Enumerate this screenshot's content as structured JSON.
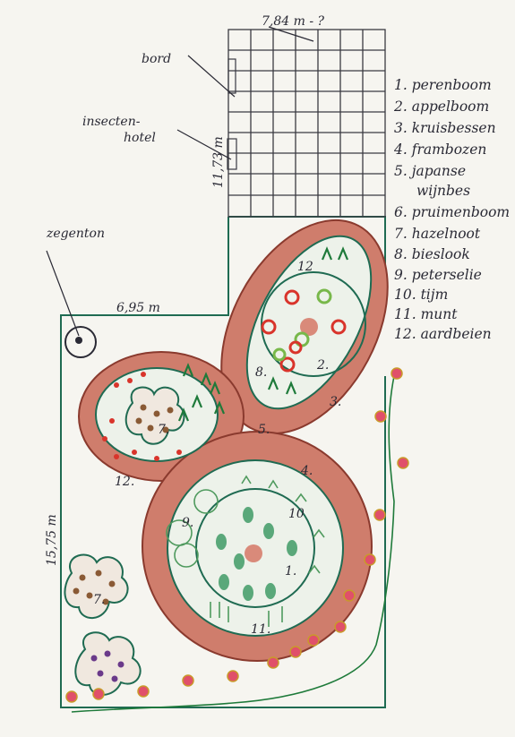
{
  "labels": {
    "top_dim": "7,84 m - ?",
    "bord": "bord",
    "insect_1": "insecten-",
    "insect_2": "hotel",
    "gh_height": "11,73 m",
    "zegenton": "zegenton",
    "left_dim": "6,95 m",
    "side_dim": "15,75 m"
  },
  "legend": [
    "1. perenboom",
    "2. appelboom",
    "3. kruisbessen",
    "4. frambozen",
    "5. japanse",
    "wijnbes",
    "6. pruimenboom",
    "7. hazelnoot",
    "8. bieslook",
    "9. peterselie",
    "10. tijm",
    "11. munt",
    "12. aardbeien"
  ],
  "bed_numbers": {
    "n1": "1.",
    "n2": "2.",
    "n3": "3.",
    "n4": "4.",
    "n5": "5.",
    "n7a": "7.",
    "n7b": "7.",
    "n8": "8.",
    "n9": "9.",
    "n10": "10",
    "n11": "11.",
    "n12a": "12",
    "n12b": "12."
  },
  "colors": {
    "path": "#c46a5a",
    "outline": "#1f6b52",
    "ink": "#2a2a35",
    "leaf": "#1e7a3a",
    "pear": "#5aa87a",
    "apple": "#d9342b",
    "hazel": "#8a5a35",
    "flower": "#e0506a"
  }
}
